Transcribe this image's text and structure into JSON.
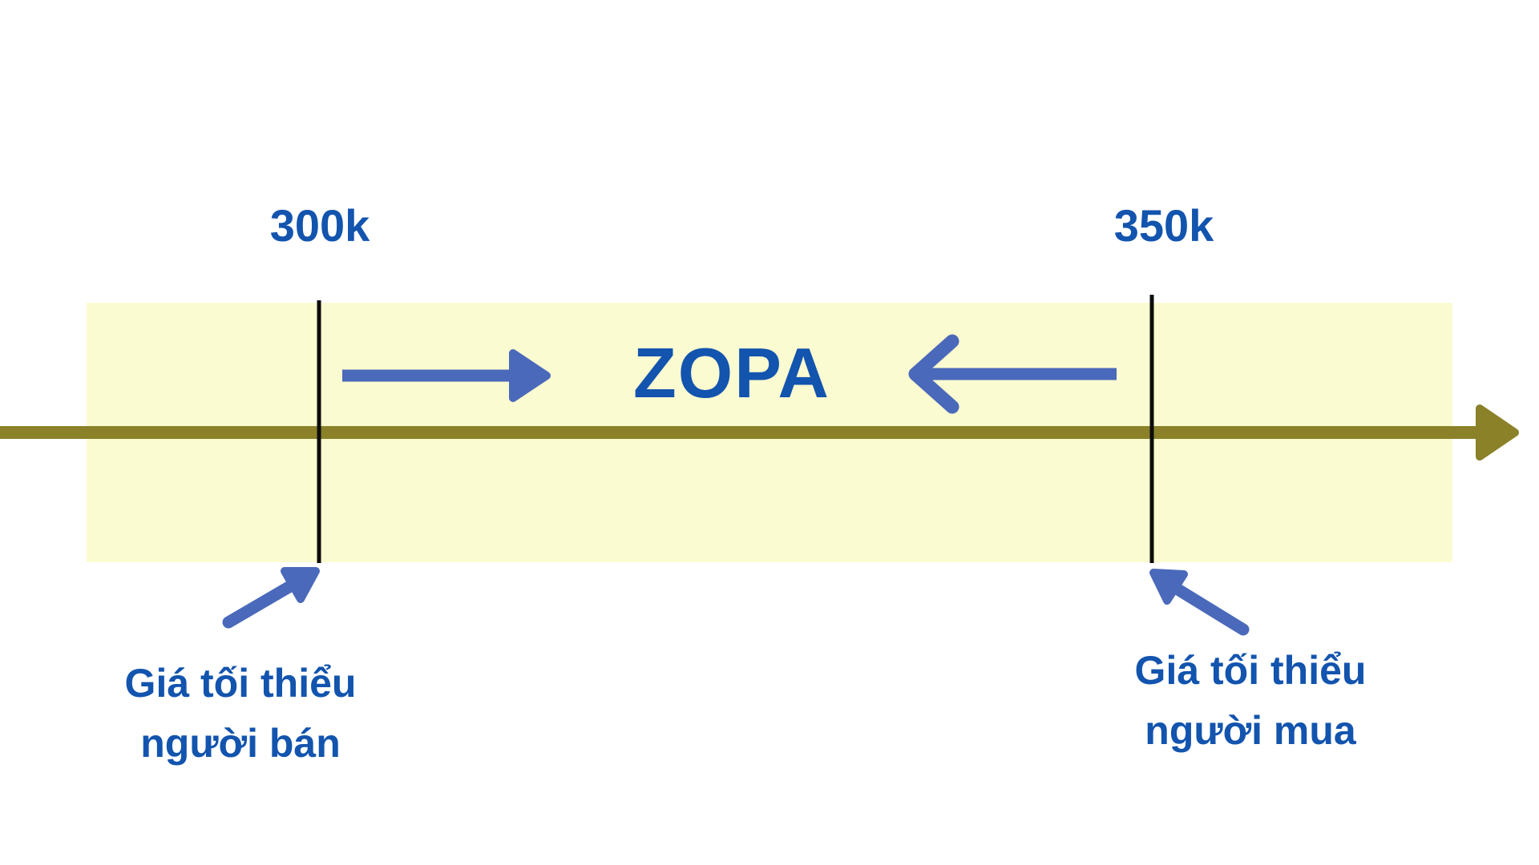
{
  "diagram": {
    "type": "zopa-negotiation-range",
    "zone_label": "ZOPA",
    "axis": {
      "orientation": "horizontal",
      "direction": "right"
    },
    "markers": [
      {
        "value": "300k",
        "caption_line1": "Giá tối thiểu",
        "caption_line2": "người bán",
        "role": "seller-minimum-price"
      },
      {
        "value": "350k",
        "caption_line1": "Giá tối thiểu",
        "caption_line2": "người mua",
        "role": "buyer-minimum-price"
      }
    ]
  },
  "colors": {
    "label_blue": "#1254ae",
    "arrow_blue": "#4a69ba",
    "axis_olive": "#8a8129",
    "band_yellow": "#fbfbd1",
    "divider_black": "#0c0c0c",
    "background": "#ffffff"
  }
}
